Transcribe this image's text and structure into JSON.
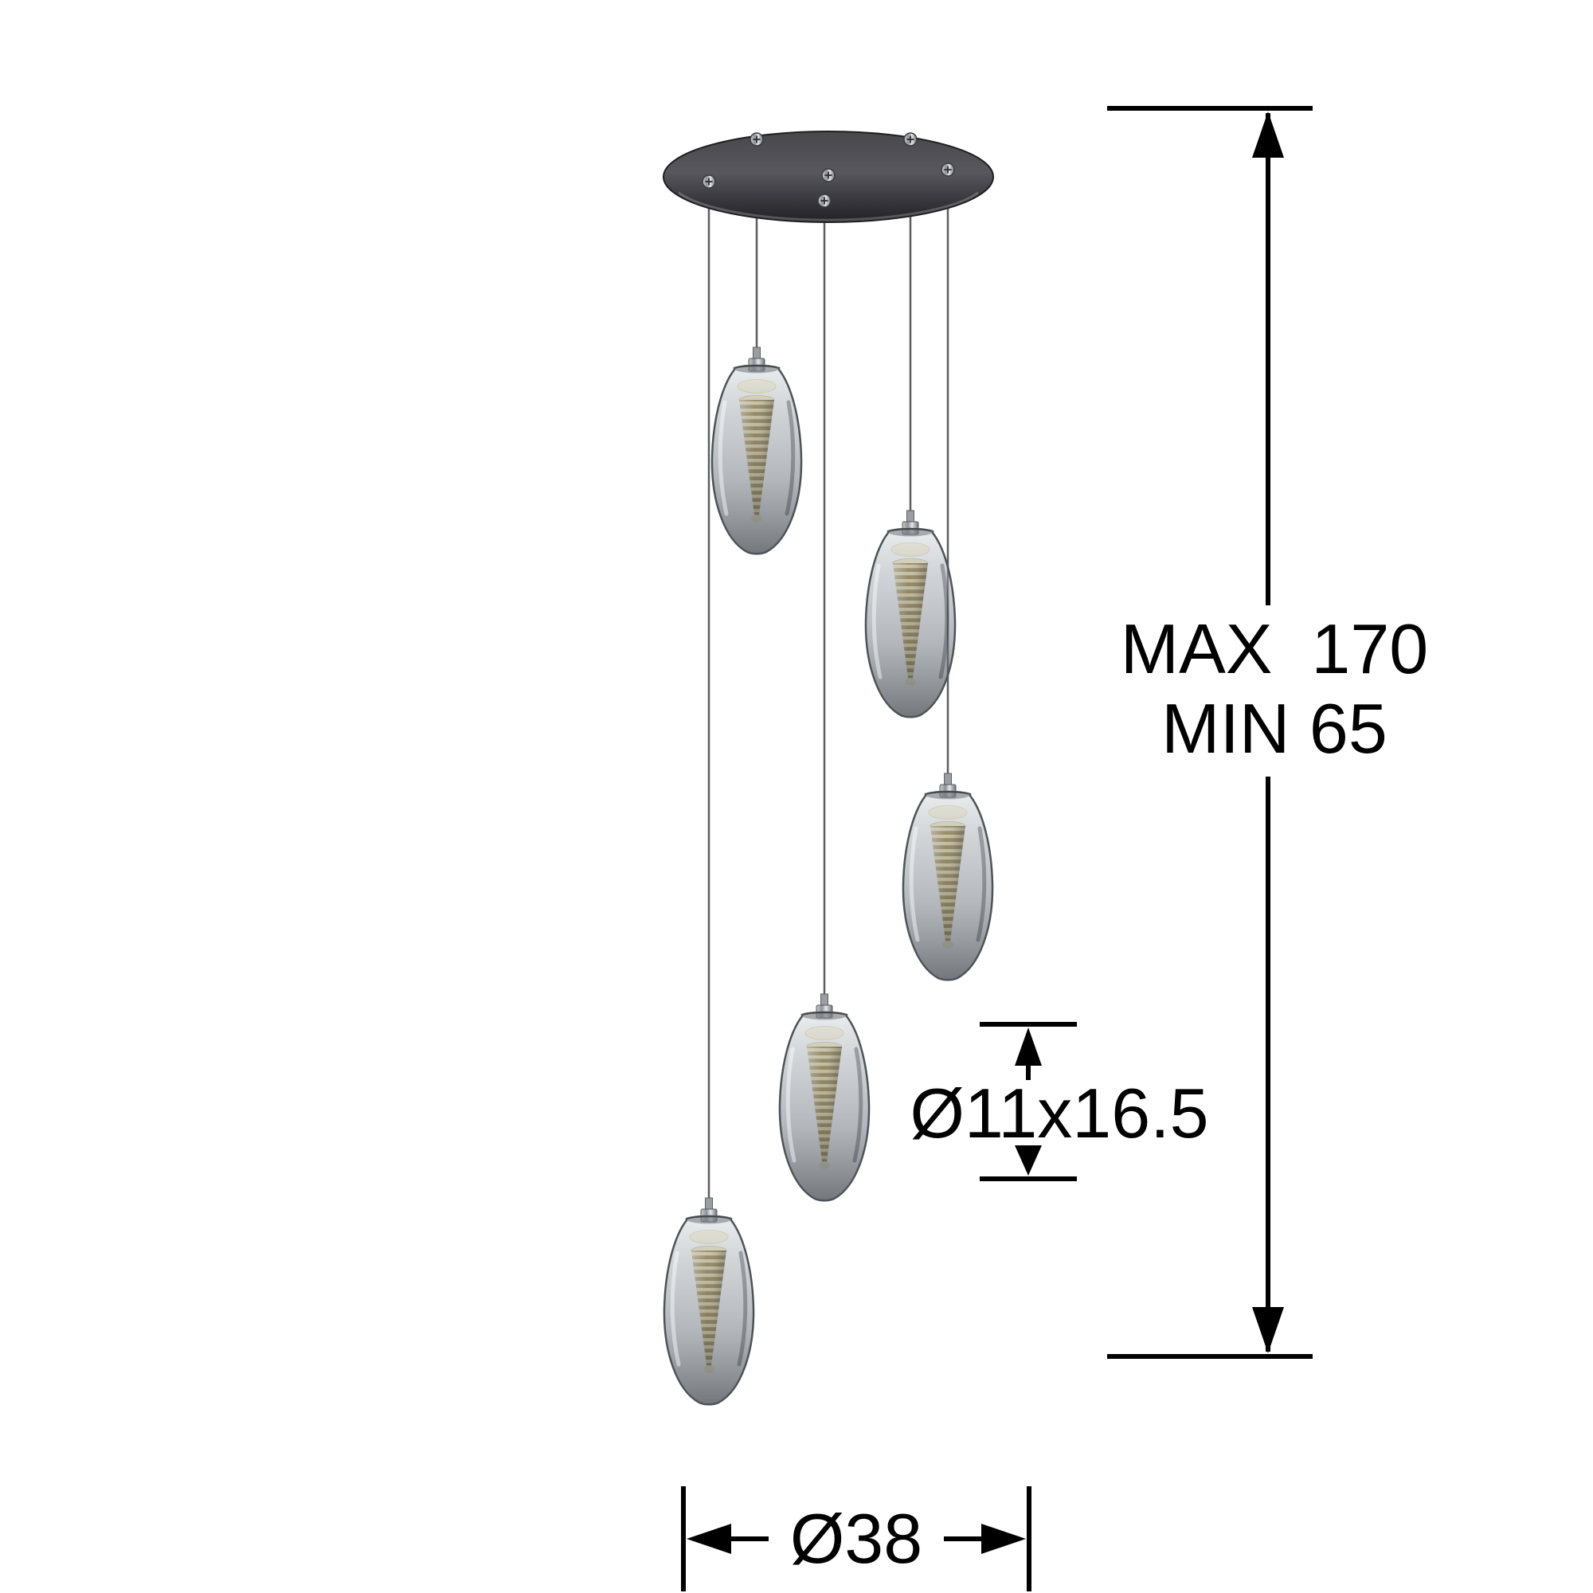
{
  "diagram": {
    "pendant_count": 5,
    "labels": {
      "max_drop": "MAX  170",
      "min_drop": "MIN 65",
      "shade_size": "Ø11x16.5",
      "canopy_diameter": "Ø38"
    },
    "colors": {
      "background": "#ffffff",
      "dimension_lines": "#000000",
      "canopy_metal": "#3f3f44",
      "smoked_glass": "#8b9198",
      "cone_gold": "#caa75a",
      "led_glow": "#faf3dc"
    }
  }
}
